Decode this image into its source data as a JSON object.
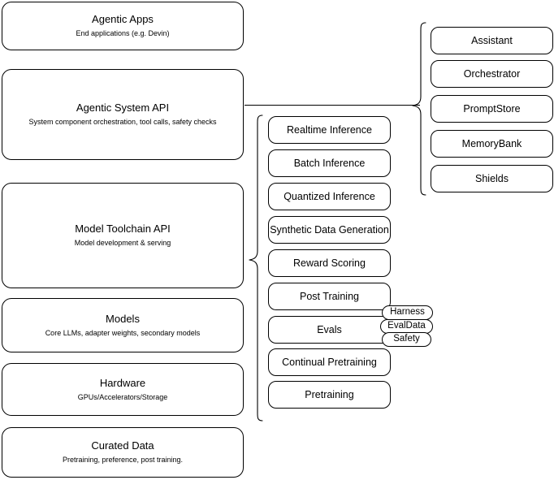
{
  "diagram": {
    "title": "AI stack layered architecture diagram",
    "stroke_color": "#000000",
    "background_color": "#ffffff"
  },
  "stack_layers": [
    {
      "id": "agentic-apps",
      "title": "Agentic Apps",
      "subtitle": "End applications (e.g. Devin)"
    },
    {
      "id": "agentic-system-api",
      "title": "Agentic System API",
      "subtitle": "System component orchestration, tool calls, safety checks"
    },
    {
      "id": "model-toolchain-api",
      "title": "Model Toolchain API",
      "subtitle": "Model development & serving"
    },
    {
      "id": "models",
      "title": "Models",
      "subtitle": "Core LLMs, adapter weights, secondary models"
    },
    {
      "id": "hardware",
      "title": "Hardware",
      "subtitle": "GPUs/Accelerators/Storage"
    },
    {
      "id": "curated-data",
      "title": "Curated Data",
      "subtitle": "Pretraining, preference, post training."
    }
  ],
  "toolchain_components": [
    {
      "id": "realtime-inference",
      "label": "Realtime Inference"
    },
    {
      "id": "batch-inference",
      "label": "Batch Inference"
    },
    {
      "id": "quantized-inference",
      "label": "Quantized Inference"
    },
    {
      "id": "synthetic-data-generation",
      "label": "Synthetic Data Generation"
    },
    {
      "id": "reward-scoring",
      "label": "Reward Scoring"
    },
    {
      "id": "post-training",
      "label": "Post Training"
    },
    {
      "id": "evals",
      "label": "Evals"
    },
    {
      "id": "continual-pretraining",
      "label": "Continual Pretraining"
    },
    {
      "id": "pretraining",
      "label": "Pretraining"
    }
  ],
  "evals_badges": [
    {
      "id": "harness",
      "label": "Harness"
    },
    {
      "id": "evaldata",
      "label": "EvalData"
    },
    {
      "id": "safety",
      "label": "Safety"
    }
  ],
  "agentic_components": [
    {
      "id": "assistant",
      "label": "Assistant"
    },
    {
      "id": "orchestrator",
      "label": "Orchestrator"
    },
    {
      "id": "promptstore",
      "label": "PromptStore"
    },
    {
      "id": "memorybank",
      "label": "MemoryBank"
    },
    {
      "id": "shields",
      "label": "Shields"
    }
  ]
}
